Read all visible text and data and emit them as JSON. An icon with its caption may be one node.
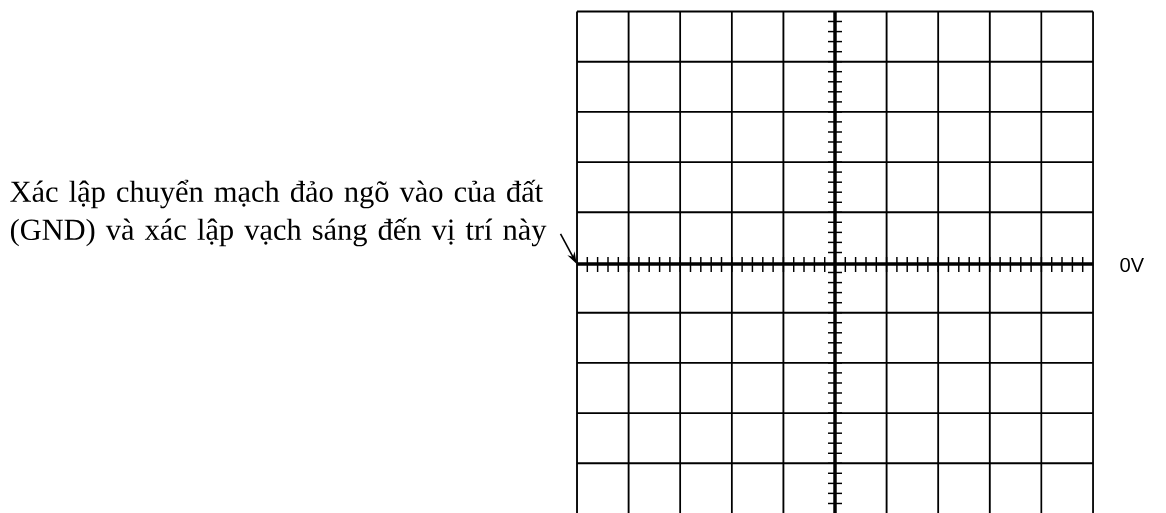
{
  "diagram": {
    "nodes": [
      {
        "text": [
          "Xác lập chuyển mạch đảo ngõ vào của đất (GND) và xác lập vạch sáng đến vị trí này"
        ]
      },
      {
        "text": [],
        "shape": "line"
      }
    ],
    "edges": [
      {
        "from": 0,
        "to": 1,
        "arrow": "to"
      }
    ],
    "labels": [
      "0V"
    ]
  }
}
